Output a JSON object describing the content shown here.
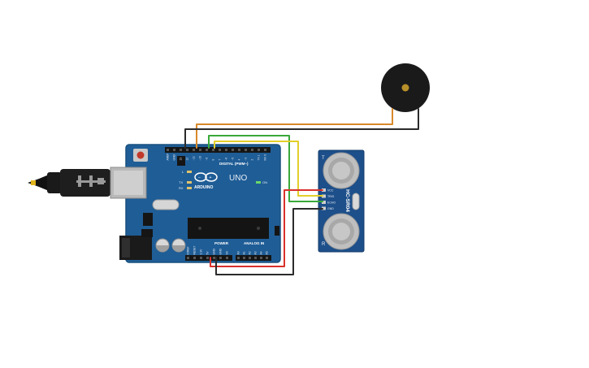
{
  "board": {
    "brand": "ARDUINO",
    "model": "UNO",
    "digital_label": "DIGITAL (PWM~)",
    "power_label": "POWER",
    "analog_label": "ANALOG IN",
    "on_label": "ON",
    "l_label": "L",
    "tx_label": "TX",
    "rx_label": "RX",
    "header_top_labels": [
      "AREF",
      "GND",
      "13",
      "12",
      "~11",
      "~10",
      "~9",
      "8",
      "7",
      "~6",
      "~5",
      "4",
      "~3",
      "2",
      "TX 1",
      "RX 0"
    ],
    "power_pins": [
      "IOREF",
      "RESET",
      "3.3V",
      "5V",
      "GND",
      "GND",
      "Vin"
    ],
    "analog_pins": [
      "A0",
      "A1",
      "A2",
      "A3",
      "A4",
      "A5"
    ]
  },
  "sensor": {
    "model": "HC-SR04",
    "pins": [
      "VCC",
      "TRIG",
      "ECHO",
      "GND"
    ],
    "t_mark": "T",
    "r_mark": "R"
  },
  "colors": {
    "board": "#1f5d96",
    "board_edge": "#18507f",
    "sensor": "#1d4f8a",
    "wire_orange": "#d9892b",
    "wire_black": "#2b2b2b",
    "wire_green": "#3aa83a",
    "wire_yellow": "#e3cf2a",
    "wire_red": "#d9312b",
    "buzzer": "#1a1a1a",
    "buzzer_center": "#b8902a"
  }
}
